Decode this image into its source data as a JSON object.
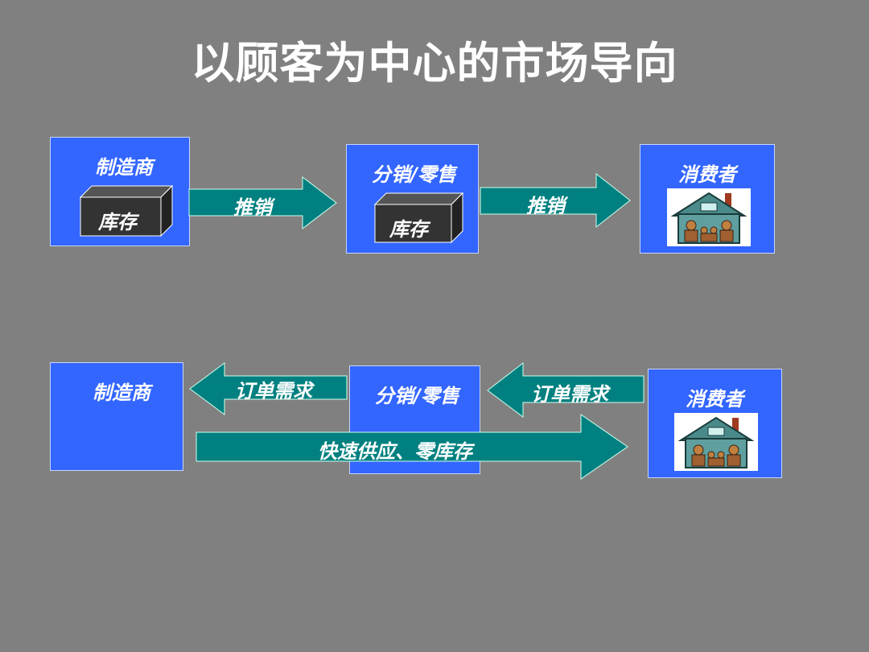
{
  "title": "以顾客为中心的市场导向",
  "colors": {
    "background": "#808080",
    "box_fill": "#3366ff",
    "arrow_fill": "#008080",
    "cube_fill": "#333333"
  },
  "push_model": {
    "manufacturer": {
      "label": "制造商",
      "inventory": "库存"
    },
    "distributor": {
      "label": "分销/零售",
      "inventory": "库存"
    },
    "consumer": {
      "label": "消费者",
      "icon": "family-house-icon"
    },
    "arrow1": "推销",
    "arrow2": "推销"
  },
  "pull_model": {
    "manufacturer": {
      "label": "制造商"
    },
    "distributor": {
      "label": "分销/零售"
    },
    "consumer": {
      "label": "消费者",
      "icon": "family-house-icon"
    },
    "order_arrow1": "订单需求",
    "order_arrow2": "订单需求",
    "supply_arrow": "快速供应、零库存"
  }
}
